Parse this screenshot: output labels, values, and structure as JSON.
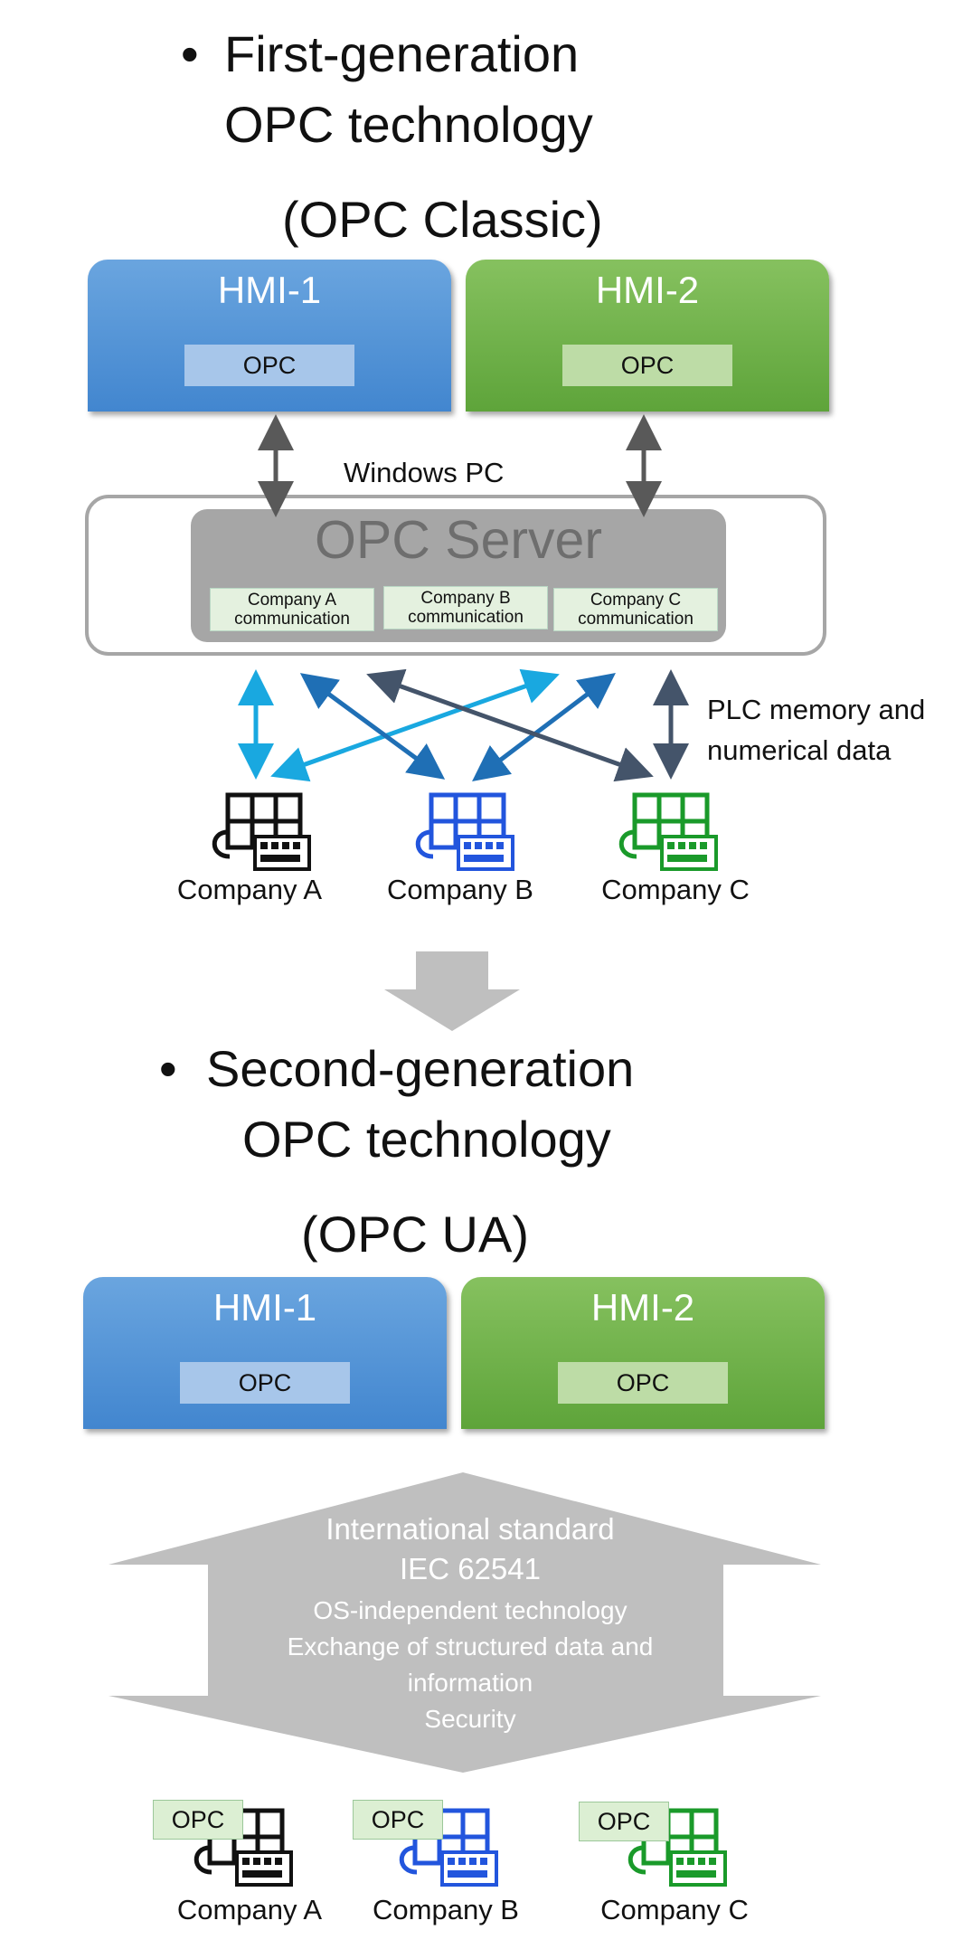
{
  "gen1": {
    "heading_line1": "First-generation",
    "heading_line2": "OPC technology",
    "subtitle": "(OPC Classic)",
    "hmi1": {
      "title": "HMI-1",
      "opc": "OPC"
    },
    "hmi2": {
      "title": "HMI-2",
      "opc": "OPC"
    },
    "windows_pc": "Windows PC",
    "server_title": "OPC Server",
    "comm_a": [
      "Company A",
      "communication"
    ],
    "comm_b": [
      "Company B",
      "communication"
    ],
    "comm_c": [
      "Company C",
      "communication"
    ],
    "plc_note_line1": "PLC memory and",
    "plc_note_line2": "numerical data",
    "company_a": "Company A",
    "company_b": "Company B",
    "company_c": "Company C"
  },
  "gen2": {
    "heading_line1": "Second-generation",
    "heading_line2": "OPC technology",
    "subtitle": "(OPC UA)",
    "hmi1": {
      "title": "HMI-1",
      "opc": "OPC"
    },
    "hmi2": {
      "title": "HMI-2",
      "opc": "OPC"
    },
    "standard_line1": "International standard",
    "standard_line2": "IEC 62541",
    "feature1": "OS-independent technology",
    "feature2_line1": "Exchange of structured data and",
    "feature2_line2": "information",
    "feature3": "Security",
    "opc_tag": "OPC",
    "company_a": "Company A",
    "company_b": "Company B",
    "company_c": "Company C"
  },
  "colors": {
    "hmi1_blue": "#4a8fd6",
    "hmi2_green": "#66a843",
    "company_a_device": "#111111",
    "company_b_device": "#2255dd",
    "company_c_device": "#1a9a2a",
    "arrow_light_blue": "#19a8e0",
    "arrow_mid_blue": "#1f6fb5",
    "arrow_slate": "#44546a",
    "gray_arrow": "#bfbfbf"
  }
}
